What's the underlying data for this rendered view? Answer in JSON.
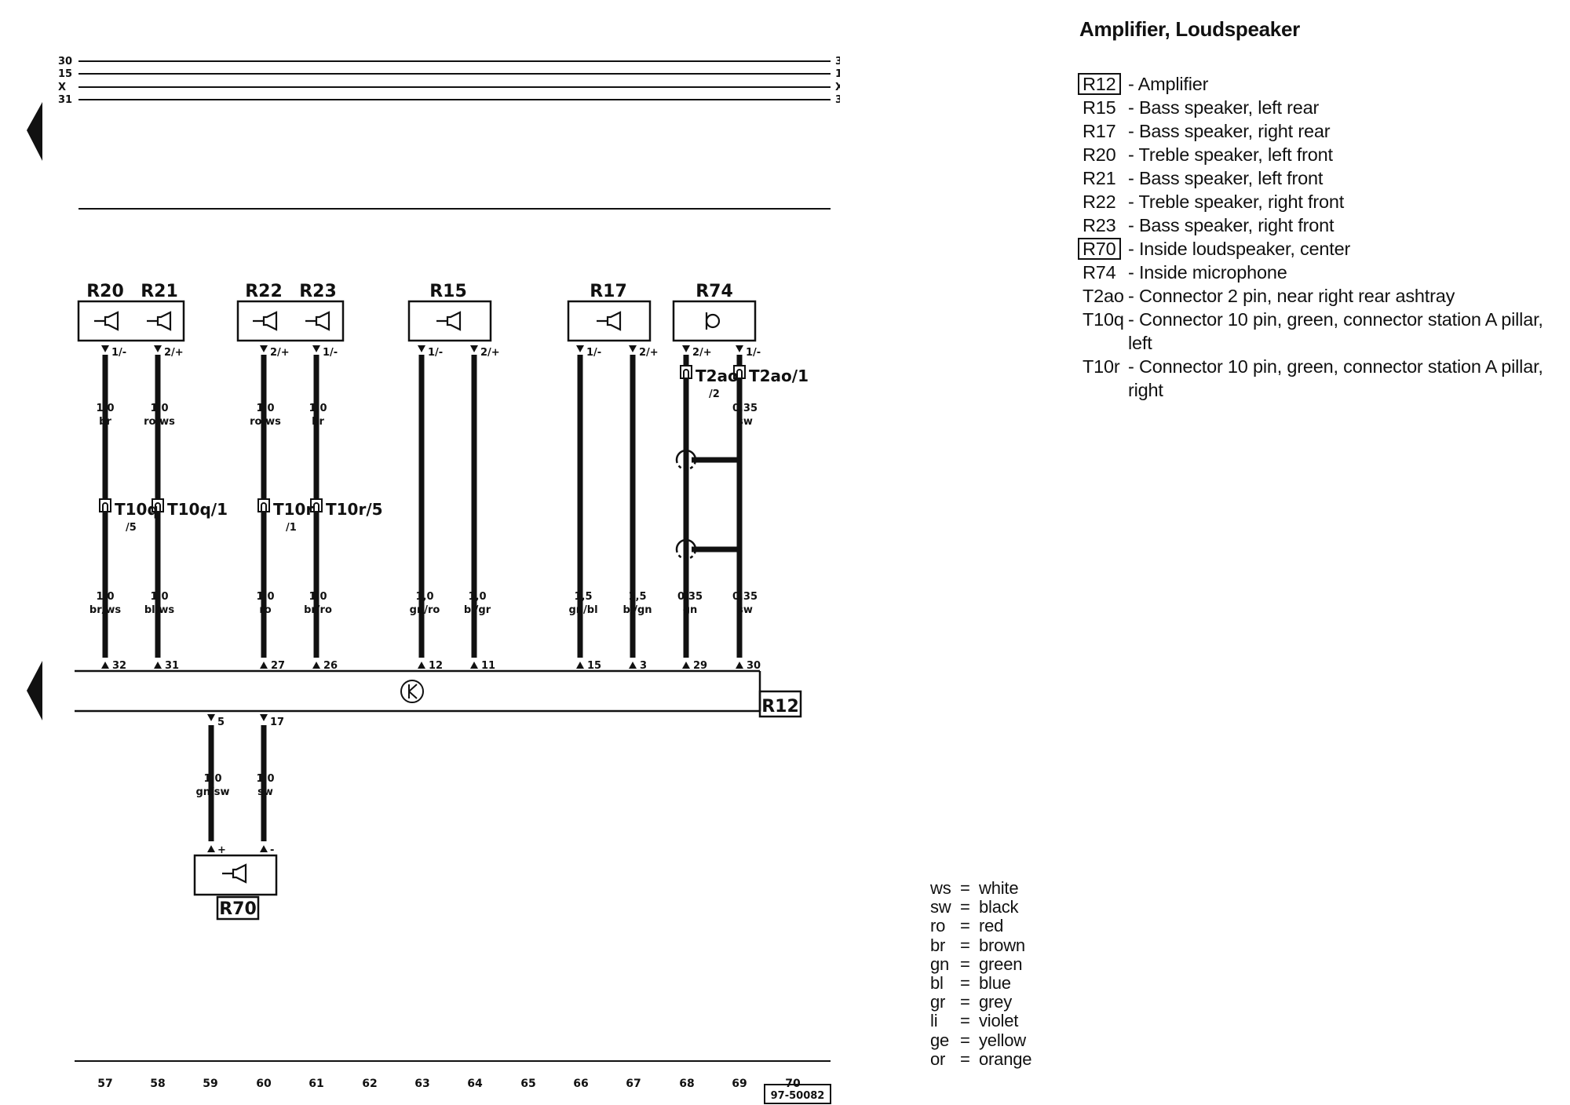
{
  "title": "Amplifier, Loudspeaker",
  "legend": [
    {
      "code": "R12",
      "boxed": true,
      "desc": "- Amplifier"
    },
    {
      "code": "R15",
      "boxed": false,
      "desc": "- Bass speaker, left rear"
    },
    {
      "code": "R17",
      "boxed": false,
      "desc": "- Bass speaker, right rear"
    },
    {
      "code": "R20",
      "boxed": false,
      "desc": "- Treble speaker, left front"
    },
    {
      "code": "R21",
      "boxed": false,
      "desc": "- Bass speaker, left front"
    },
    {
      "code": "R22",
      "boxed": false,
      "desc": "- Treble speaker, right front"
    },
    {
      "code": "R23",
      "boxed": false,
      "desc": "- Bass speaker, right front"
    },
    {
      "code": "R70",
      "boxed": true,
      "desc": "- Inside loudspeaker, center"
    },
    {
      "code": "R74",
      "boxed": false,
      "desc": "- Inside microphone"
    },
    {
      "code": "T2ao",
      "boxed": false,
      "desc": "- Connector 2 pin, near right rear ashtray"
    },
    {
      "code": "T10q",
      "boxed": false,
      "desc": "- Connector 10 pin, green, connector station A pillar, left"
    },
    {
      "code": "T10r",
      "boxed": false,
      "desc": "- Connector 10 pin, green, connector station A pillar, right"
    }
  ],
  "wire_colors": [
    {
      "abbr": "ws",
      "name": "white"
    },
    {
      "abbr": "sw",
      "name": "black"
    },
    {
      "abbr": "ro",
      "name": "red"
    },
    {
      "abbr": "br",
      "name": "brown"
    },
    {
      "abbr": "gn",
      "name": "green"
    },
    {
      "abbr": "bl",
      "name": "blue"
    },
    {
      "abbr": "gr",
      "name": "grey"
    },
    {
      "abbr": "li",
      "name": "violet"
    },
    {
      "abbr": "ge",
      "name": "yellow"
    },
    {
      "abbr": "or",
      "name": "orange"
    }
  ],
  "power_rails": [
    "30",
    "15",
    "X",
    "31"
  ],
  "components": {
    "top": [
      {
        "labels": [
          "R20",
          "R21"
        ]
      },
      {
        "labels": [
          "R22",
          "R23"
        ]
      },
      {
        "labels": [
          "R15"
        ]
      },
      {
        "labels": [
          "R17"
        ]
      },
      {
        "labels": [
          "R74"
        ]
      }
    ],
    "amplifier": "R12",
    "center_speaker": "R70"
  },
  "wires": [
    {
      "pin_top": "1/-",
      "upper_size": "1,0",
      "upper_color": "br",
      "connector": "T10q",
      "connector_sub": "/5",
      "lower_size": "1,0",
      "lower_color": "br/ws",
      "amp_pin": "32"
    },
    {
      "pin_top": "2/+",
      "upper_size": "1,0",
      "upper_color": "ro/ws",
      "connector": "T10q/1",
      "connector_sub": "",
      "lower_size": "1,0",
      "lower_color": "bl/ws",
      "amp_pin": "31"
    },
    {
      "pin_top": "2/+",
      "upper_size": "1,0",
      "upper_color": "ro/ws",
      "connector": "T10r",
      "connector_sub": "/1",
      "lower_size": "1,0",
      "lower_color": "ro",
      "amp_pin": "27"
    },
    {
      "pin_top": "1/-",
      "upper_size": "1,0",
      "upper_color": "br",
      "connector": "T10r/5",
      "connector_sub": "",
      "lower_size": "1,0",
      "lower_color": "br/ro",
      "amp_pin": "26"
    },
    {
      "pin_top": "1/-",
      "lower_size": "1,0",
      "lower_color": "gn/ro",
      "amp_pin": "12"
    },
    {
      "pin_top": "2/+",
      "lower_size": "1,0",
      "lower_color": "bl/gr",
      "amp_pin": "11"
    },
    {
      "pin_top": "1/-",
      "lower_size": "1,5",
      "lower_color": "gn/bl",
      "amp_pin": "15"
    },
    {
      "pin_top": "2/+",
      "lower_size": "1,5",
      "lower_color": "bl/gn",
      "amp_pin": "3"
    },
    {
      "pin_top": "2/+",
      "connector": "T2ao",
      "connector_sub": "/2",
      "lower_size": "0,35",
      "lower_color": "gn",
      "amp_pin": "29"
    },
    {
      "pin_top": "1/-",
      "connector": "T2ao/1",
      "connector_sub": "",
      "upper_size": "0,35",
      "upper_color": "sw",
      "lower_size": "0,35",
      "lower_color": "sw",
      "amp_pin": "30"
    }
  ],
  "bottom_wires": [
    {
      "amp_pin": "5",
      "size": "1,0",
      "color": "gn/sw",
      "speaker_pin": "+"
    },
    {
      "amp_pin": "17",
      "size": "1,0",
      "color": "sw",
      "speaker_pin": "-"
    }
  ],
  "current_tracks": [
    "57",
    "58",
    "59",
    "60",
    "61",
    "62",
    "63",
    "64",
    "65",
    "66",
    "67",
    "68",
    "69",
    "70"
  ],
  "drawing_number": "97-50082"
}
